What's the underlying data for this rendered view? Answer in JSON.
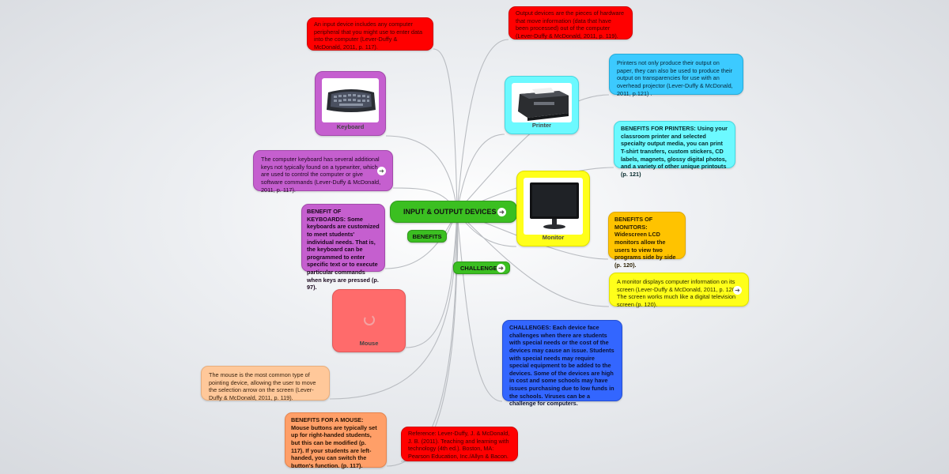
{
  "central": {
    "label": "INPUT & OUTPUT DEVICES"
  },
  "branches": {
    "benefits": "BENEFITS",
    "challenges": "CHALLENGES"
  },
  "left": {
    "input_device_note": "An input device includes any computer peripheral that you might use to enter data into the computer (Lever-Duffy & McDonald, 2011, p. 117).",
    "keyboard_label": "Keyboard",
    "keyboard_note": "The computer keyboard has several additional keys not typically found on a typewriter, which are used to control the computer or give software commands (Lever-Duffy & McDonald, 2011, p. 117).",
    "keyboard_benefit": "BENEFIT OF KEYBOARDS: Some keyboards are customized to meet students' individual needs. That is, the keyboard can be programmed to enter specific text or to execute particular commands when keys are pressed (p. 97).",
    "mouse_label": "Mouse",
    "mouse_note": "The mouse is the most common type of pointing device, allowing the user to move the selection arrow on the screen (Lever-Duffy & McDonald, 2011, p. 119).",
    "mouse_benefit": "BENEFITS FOR A MOUSE:  Mouse buttons are typically set up for right-handed students, but this can be modified (p. 117). If your students are left-handed, you can switch the button's function. (p. 117)."
  },
  "right": {
    "output_device_note": "Output devices are the pieces of hardware that move information (data that have been processed) out of the computer (Lever-Duffy & McDonald, 2011, p. 119).",
    "printer_label": "Printer",
    "printer_note": "Printers not only produce their output on paper, they can also be used to produce their output on transparencies for use with an overhead projector (Lever-Duffy & McDonald, 2011, p.121) .",
    "printer_benefit": "BENEFITS FOR PRINTERS: Using your classroom printer and selected specialty output media, you can print T-shirt transfers, custom stickers, CD labels, magnets, glossy digital photos, and a variety of other unique printouts (p. 121)",
    "monitor_label": "Monitor",
    "monitor_benefit": "BENEFITS OF MONITORS: Widescreen LCD monitors allow the users to view two programs side by side (p. 120).",
    "monitor_note": "A monitor displays computer information on its screen (Lever-Duffy & McDonald, 2011, p. 120). The screen works much like a digital television screen (p. 120).",
    "challenges_note": "CHALLENGES: Each device face challenges when there are students with special needs or the cost of the devices may cause an issue. Students with special needs may require special equipment to be added to the devices. Some of the devices are high in cost and some schools may have issues purchasing due to low funds in the schools. Viruses can be a challenge for computers.",
    "reference": "Reference: Lever-Duffy, J. & McDonald, J. B. (2011). Teaching and learning with technology (4th ed.). Boston, MA: Pearson Education, Inc./Allyn & Bacon."
  },
  "icons": {
    "expand": "circle-arrow-right-icon",
    "loading": "loading-spinner-icon"
  },
  "colors": {
    "central_green": "#3bbf21",
    "red": "#ff0000",
    "purple": "#c55fcf",
    "cyan": "#3ccaff",
    "aqua": "#6cf9ff",
    "yellow": "#ffff1a",
    "orange": "#ffc300",
    "blue": "#3366ff",
    "salmon": "#ff6b6b",
    "peach": "#ffc89a",
    "orange_light": "#ff9f68"
  }
}
